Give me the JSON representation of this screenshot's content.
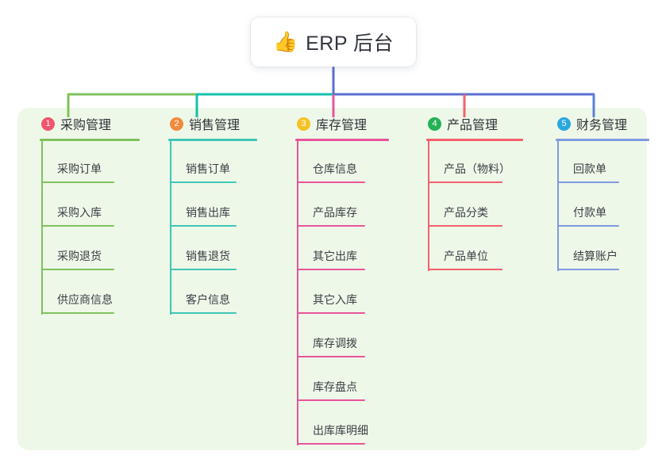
{
  "root": {
    "icon": "thumbs-up-icon",
    "emoji": "👍",
    "title": "ERP 后台"
  },
  "canvas": {
    "background": "#ffffff",
    "panel_background": "#eef8e9"
  },
  "connector_colors": {
    "root_stem": "#5b6fd0",
    "bus_left": "#7fc25c",
    "bus_mid": "#14c1ad",
    "bus_right": "#5b6fd0",
    "drop_1": "#7fc25c",
    "drop_2": "#14c1ad",
    "drop_3": "#e8549a",
    "drop_4": "#f4616c",
    "drop_5": "#5b7fd8"
  },
  "columns": [
    {
      "number": "1",
      "title": "采购管理",
      "badge_color": "#f2546d",
      "line_color": "#7fc25c",
      "items": [
        {
          "label": "采购订单"
        },
        {
          "label": "采购入库"
        },
        {
          "label": "采购退货"
        },
        {
          "label": "供应商信息"
        }
      ]
    },
    {
      "number": "2",
      "title": "销售管理",
      "badge_color": "#f08a3c",
      "line_color": "#3fc6b5",
      "items": [
        {
          "label": "销售订单"
        },
        {
          "label": "销售出库"
        },
        {
          "label": "销售退货"
        },
        {
          "label": "客户信息"
        }
      ]
    },
    {
      "number": "3",
      "title": "库存管理",
      "badge_color": "#f5c226",
      "line_color": "#e8549a",
      "items": [
        {
          "label": "仓库信息"
        },
        {
          "label": "产品库存"
        },
        {
          "label": "其它出库"
        },
        {
          "label": "其它入库"
        },
        {
          "label": "库存调拨"
        },
        {
          "label": "库存盘点"
        },
        {
          "label": "出库库明细"
        }
      ]
    },
    {
      "number": "4",
      "title": "产品管理",
      "badge_color": "#23b256",
      "line_color": "#f4616c",
      "items": [
        {
          "label": "产品（物料）"
        },
        {
          "label": "产品分类"
        },
        {
          "label": "产品单位"
        }
      ]
    },
    {
      "number": "5",
      "title": "财务管理",
      "badge_color": "#29a8e0",
      "line_color": "#7d9ae0",
      "items": [
        {
          "label": "回款单"
        },
        {
          "label": "付款单"
        },
        {
          "label": "结算账户"
        }
      ]
    }
  ]
}
